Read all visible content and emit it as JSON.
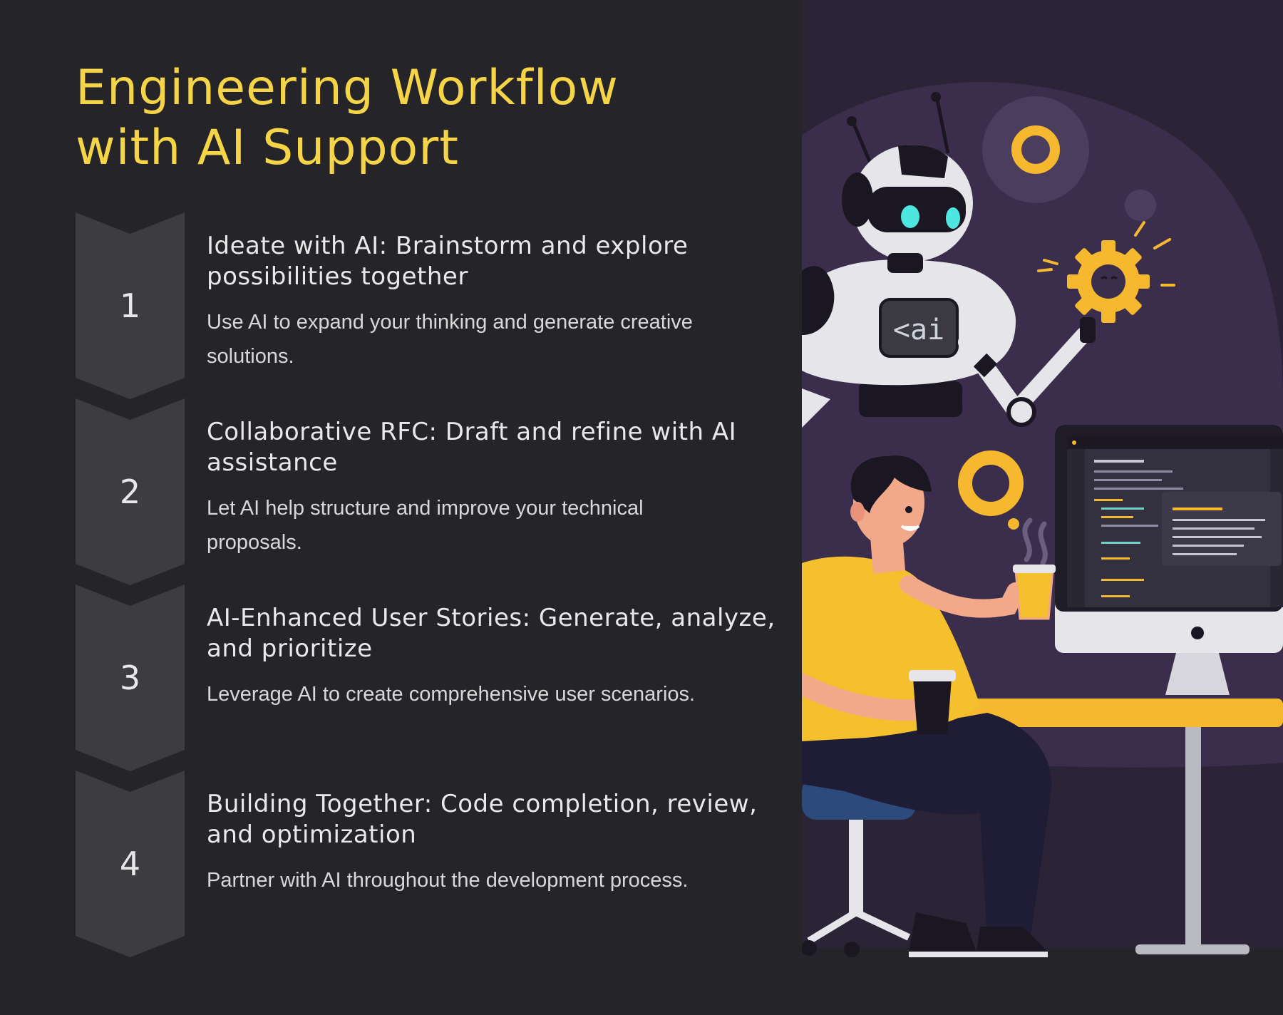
{
  "title": {
    "line1": "Engineering Workflow",
    "line2": "with AI Support"
  },
  "steps": [
    {
      "number": "1",
      "title": "Ideate with AI: Brainstorm and explore possibilities together",
      "description": "Use AI to expand your thinking and generate creative solutions."
    },
    {
      "number": "2",
      "title": "Collaborative RFC: Draft and refine with AI assistance",
      "description": "Let AI help structure and improve your technical proposals."
    },
    {
      "number": "3",
      "title": "AI-Enhanced User Stories: Generate, analyze, and prioritize",
      "description": "Leverage AI to create comprehensive user scenarios."
    },
    {
      "number": "4",
      "title": "Building Together: Code completion, review, and optimization",
      "description": "Partner with AI throughout the development process."
    }
  ],
  "illustration": {
    "chest_label": "<ai",
    "icons": [
      "robot-icon",
      "gear-icon",
      "developer-icon",
      "monitor-icon",
      "coffee-cup-icon"
    ]
  },
  "colors": {
    "background": "#252428",
    "accent": "#f5d547",
    "chevron": "#3d3c41",
    "illustration_bg": "#2b2437"
  }
}
